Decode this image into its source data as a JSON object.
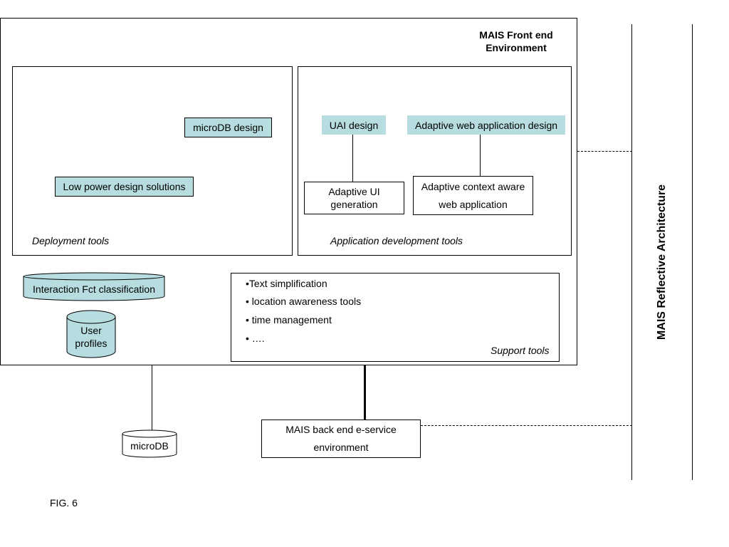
{
  "front_end": {
    "title_line1": "MAIS Front end",
    "title_line2": "Environment"
  },
  "deployment": {
    "label": "Deployment tools",
    "microdb_design": "microDB design",
    "low_power": "Low power design solutions"
  },
  "app_dev": {
    "label": "Application development tools",
    "uai_design": "UAI design",
    "adaptive_web_design": "Adaptive web application design",
    "adaptive_ui_line1": "Adaptive UI",
    "adaptive_ui_line2": "generation",
    "context_aware_line1": "Adaptive context aware",
    "context_aware_line2": "web application"
  },
  "interaction": {
    "classification": "Interaction Fct classification",
    "user_profiles_line1": "User",
    "user_profiles_line2": "profiles"
  },
  "support": {
    "items": [
      "•Text simplification",
      "• location awareness tools",
      "• time management",
      "• …."
    ],
    "label": "Support tools"
  },
  "back_end": {
    "line1": "MAIS back end e-service",
    "line2": "environment"
  },
  "microdb": "microDB",
  "reflective": "MAIS Reflective Architecture",
  "figure": "FIG. 6",
  "colors": {
    "accent": "#b7dde0"
  }
}
